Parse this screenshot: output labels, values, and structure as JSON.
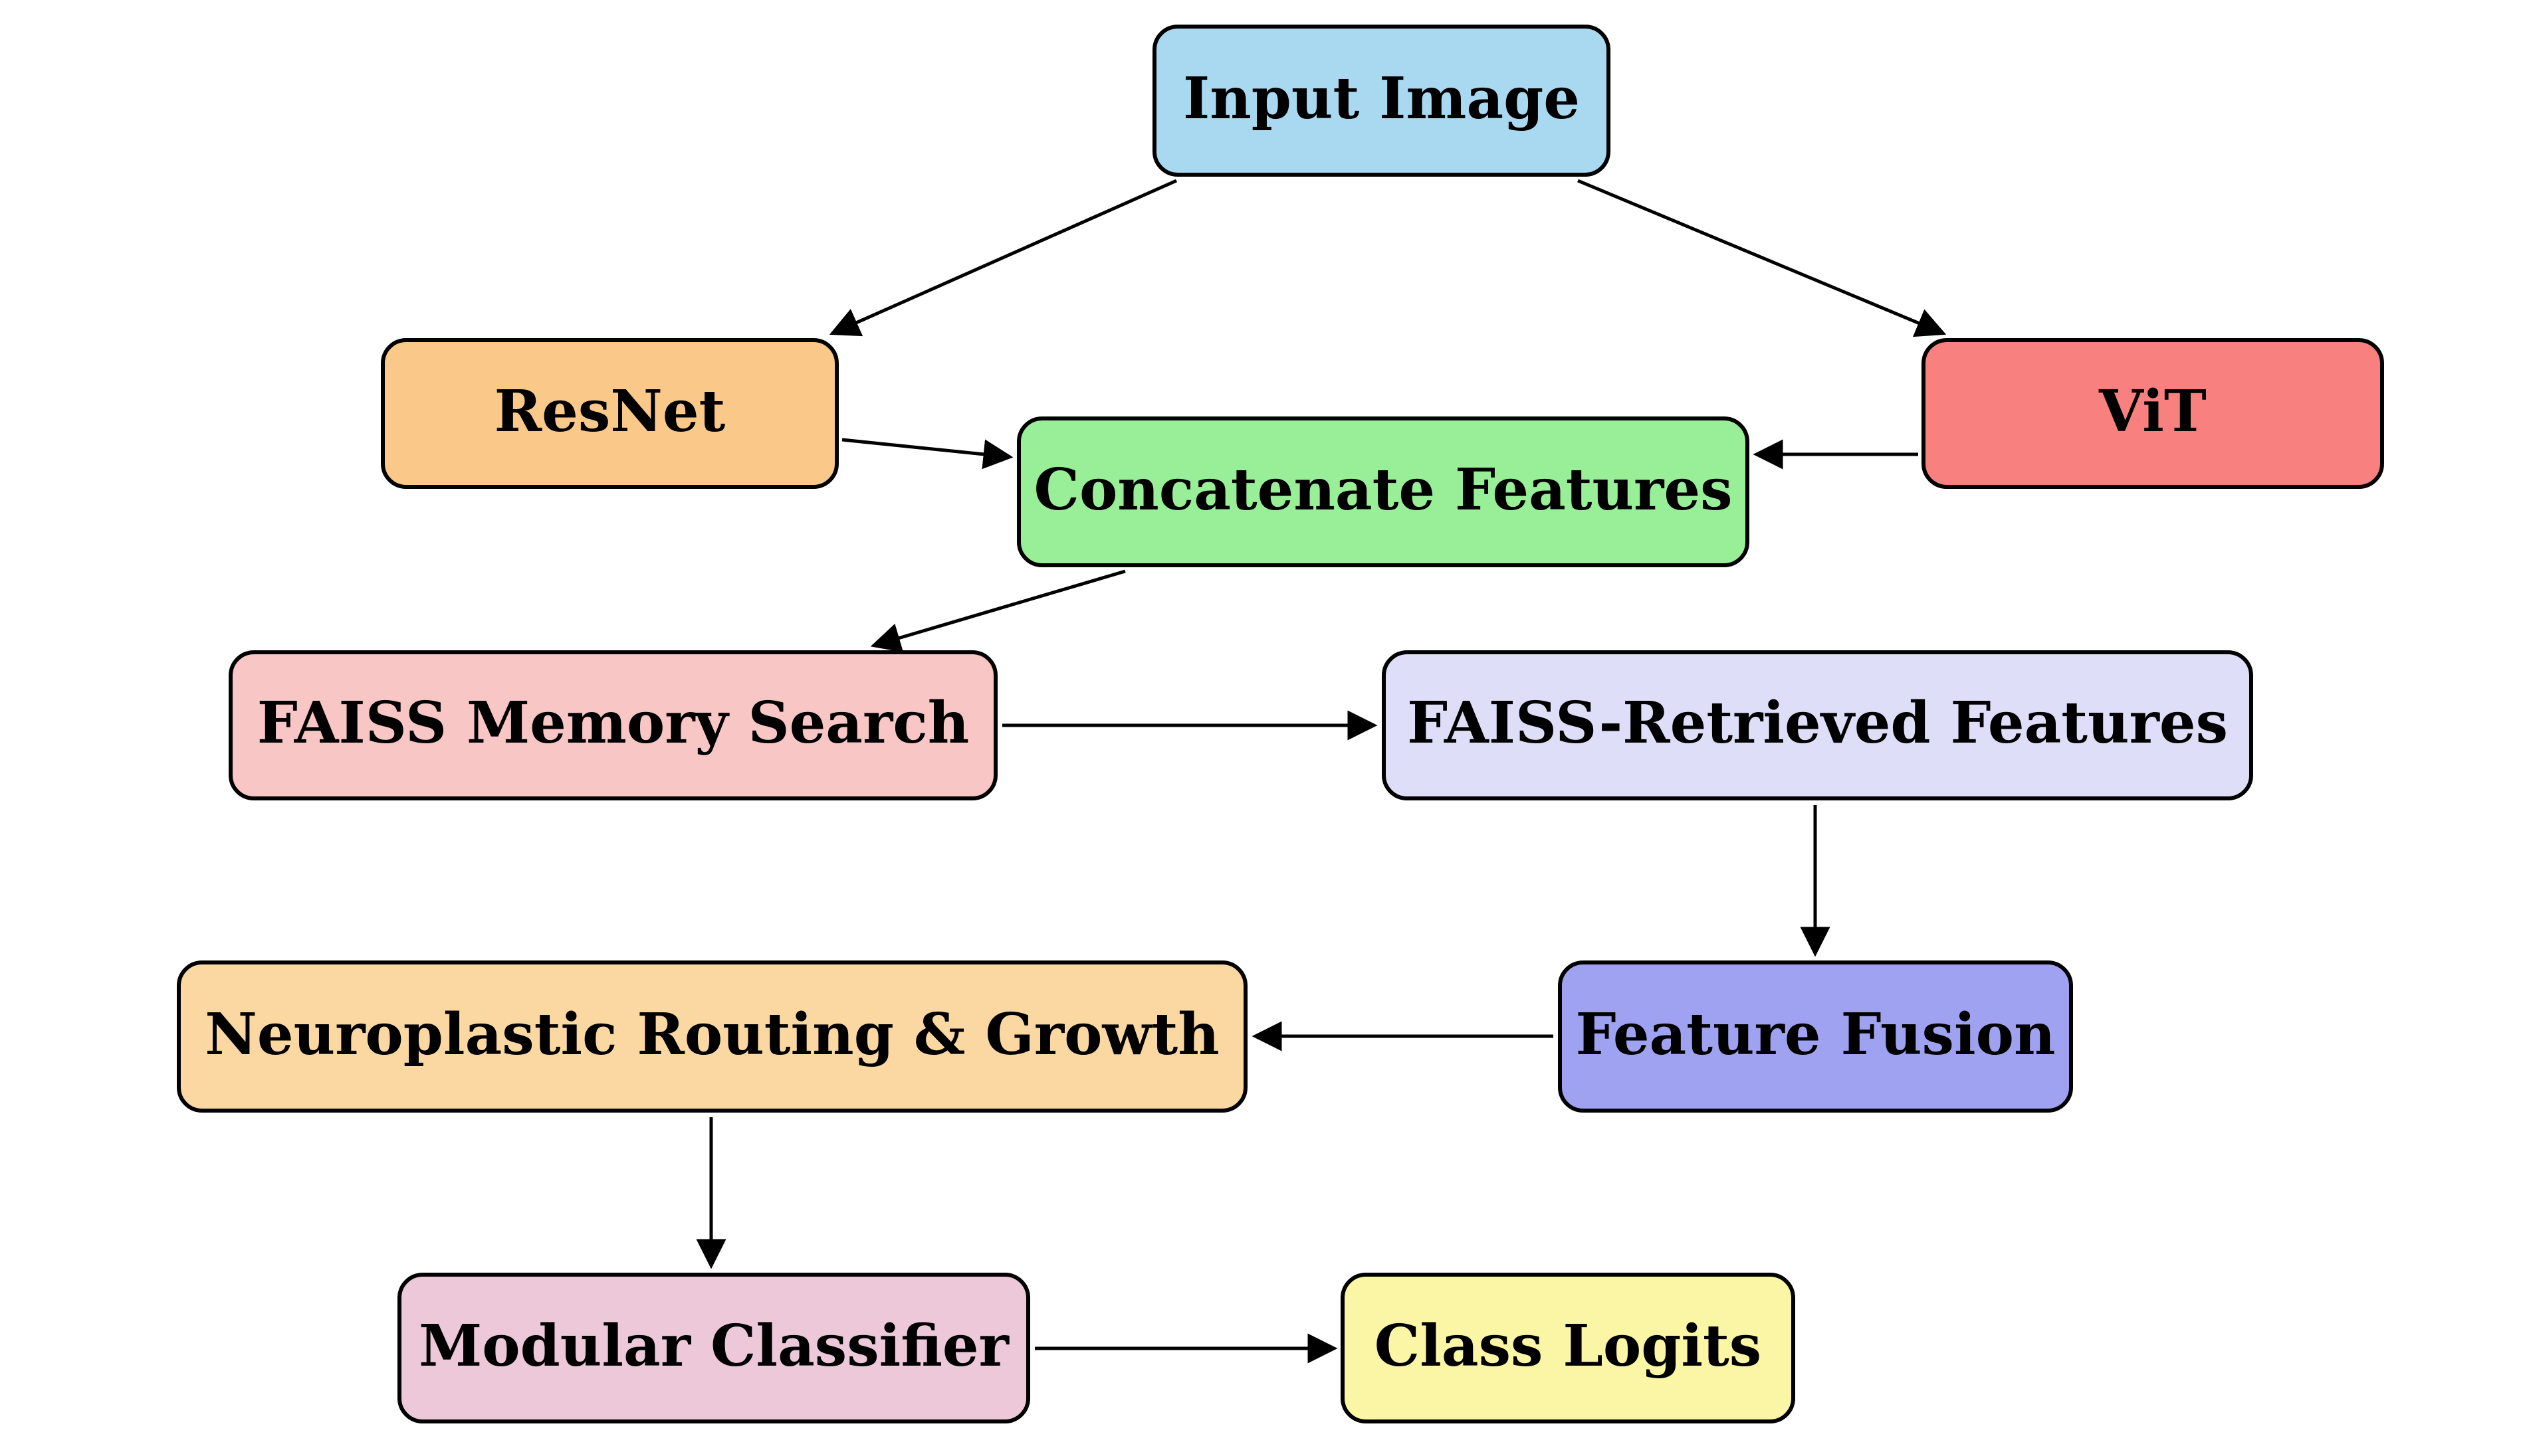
{
  "diagram": {
    "background_color": "#ffffff",
    "border_color": "#000000",
    "text_color": "#000000",
    "nodes": [
      {
        "id": "input-image",
        "label": "Input Image",
        "fill": "#a9d9f1"
      },
      {
        "id": "resnet",
        "label": "ResNet",
        "fill": "#fac98a"
      },
      {
        "id": "vit",
        "label": "ViT",
        "fill": "#f8807f"
      },
      {
        "id": "concatenate-features",
        "label": "Concatenate Features",
        "fill": "#98ef98"
      },
      {
        "id": "faiss-memory-search",
        "label": "FAISS Memory Search",
        "fill": "#f8c6c5"
      },
      {
        "id": "faiss-retrieved-features",
        "label": "FAISS-Retrieved Features",
        "fill": "#dedef9"
      },
      {
        "id": "feature-fusion",
        "label": "Feature Fusion",
        "fill": "#9ea2f1"
      },
      {
        "id": "neuroplastic-routing",
        "label": "Neuroplastic Routing & Growth",
        "fill": "#fbd7a2"
      },
      {
        "id": "modular-classifier",
        "label": "Modular Classifier",
        "fill": "#ecc8d9"
      },
      {
        "id": "class-logits",
        "label": "Class Logits",
        "fill": "#fbf6a5"
      }
    ],
    "edges": [
      {
        "from": "input-image",
        "to": "resnet"
      },
      {
        "from": "input-image",
        "to": "vit"
      },
      {
        "from": "resnet",
        "to": "concatenate-features"
      },
      {
        "from": "vit",
        "to": "concatenate-features"
      },
      {
        "from": "concatenate-features",
        "to": "faiss-memory-search"
      },
      {
        "from": "faiss-memory-search",
        "to": "faiss-retrieved-features"
      },
      {
        "from": "faiss-retrieved-features",
        "to": "feature-fusion"
      },
      {
        "from": "feature-fusion",
        "to": "neuroplastic-routing"
      },
      {
        "from": "neuroplastic-routing",
        "to": "modular-classifier"
      },
      {
        "from": "modular-classifier",
        "to": "class-logits"
      }
    ]
  }
}
